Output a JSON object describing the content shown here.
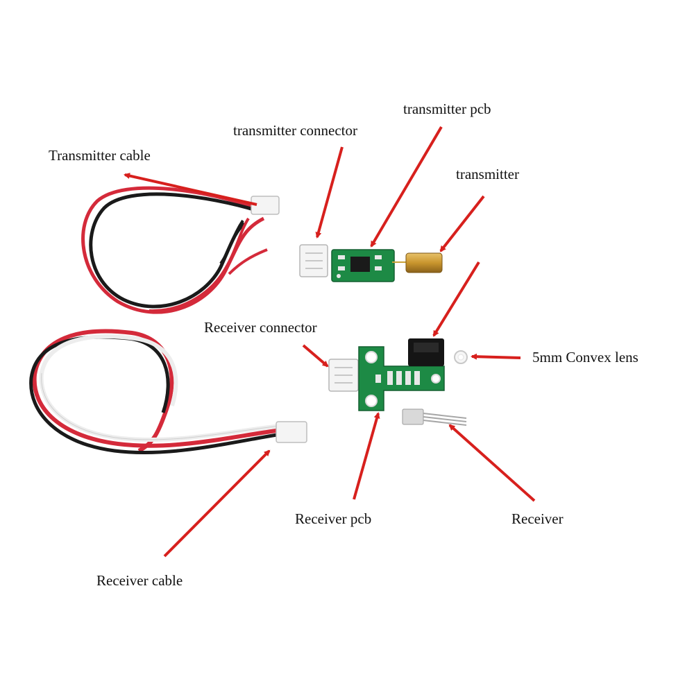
{
  "labels": {
    "transmitter_cable": "Transmitter cable",
    "transmitter_connector": "transmitter connector",
    "transmitter_pcb": "transmitter pcb",
    "transmitter": "transmitter",
    "receiver_connector": "Receiver connector",
    "convex_lens": "5mm Convex lens",
    "receiver_pcb": "Receiver pcb",
    "receiver": "Receiver",
    "receiver_cable": "Receiver cable"
  },
  "colors": {
    "arrow": "#d7201d",
    "wire_red": "#d42a3a",
    "wire_black": "#1a1a1a",
    "wire_white": "#ededed",
    "pcb_green": "#1d8a45",
    "connector_white": "#f4f4f4",
    "brass": "#c9952e",
    "text": "#111111"
  }
}
